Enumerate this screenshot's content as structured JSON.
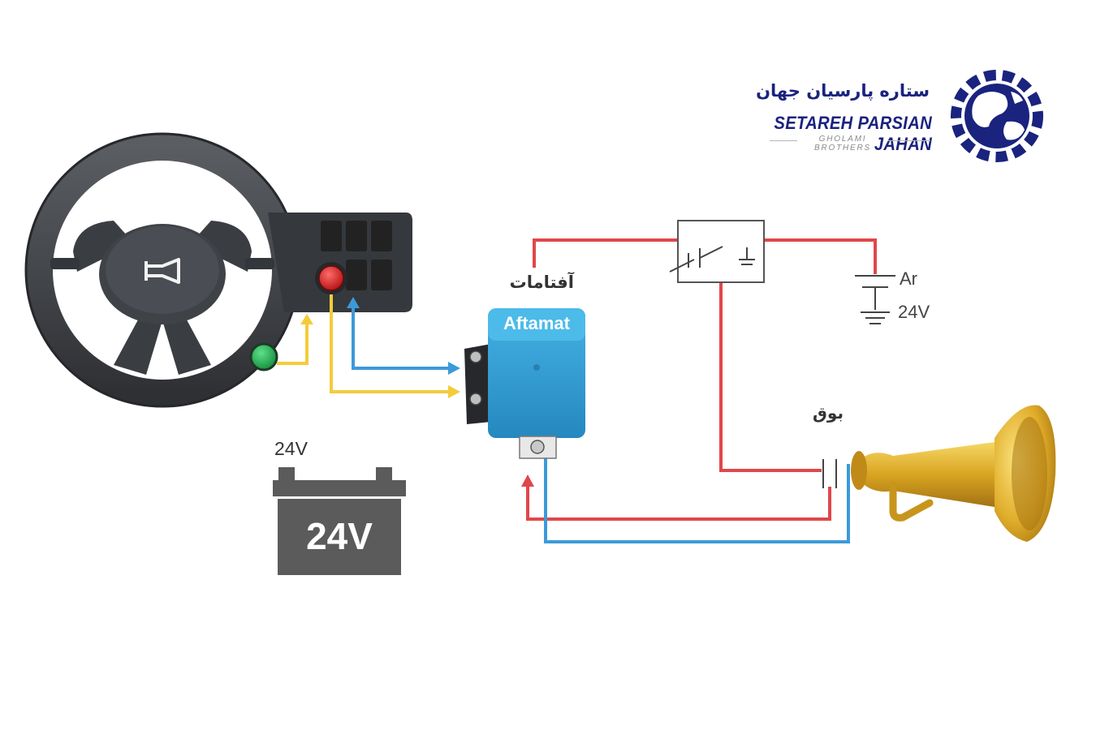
{
  "logo": {
    "name_fa": "ستاره پارسیان جهان",
    "name_en": "SETAREH PARSIAN JAHAN",
    "tagline": "GHOLAMI BROTHERS"
  },
  "diagram": {
    "aftamat_label_fa": "آفتامات",
    "aftamat_device_label": "Aftamat",
    "horn_label_fa": "بوق",
    "battery_top_label": "24V",
    "battery_body_label": "24V",
    "supply_label": "Ar",
    "supply_voltage": "24V"
  },
  "colors": {
    "wire_red": "#e0474a",
    "wire_blue": "#3c9ad8",
    "wire_yellow": "#f4cc3a",
    "brand_blue": "#1a237e",
    "button_red": "#d81c1c",
    "button_green": "#1fa34a",
    "module_blue": "#2f9fd5",
    "battery_gray": "#5b5b5b",
    "horn_gold": "#d9a521"
  }
}
